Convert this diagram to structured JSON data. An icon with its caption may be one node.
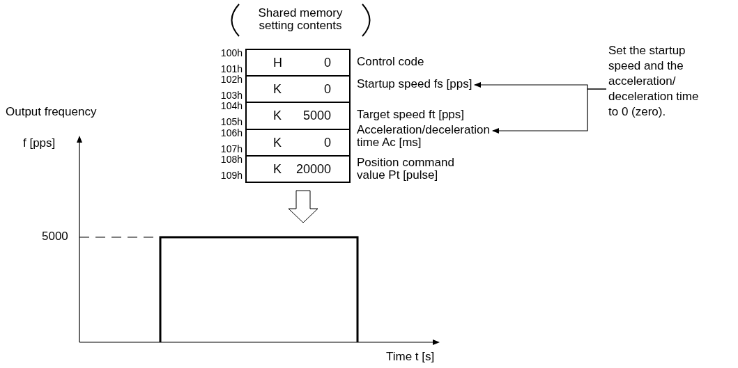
{
  "diagram": {
    "nodes": [
      {
        "text": [
          "H",
          "0"
        ],
        "beside": [
          "100h",
          "101h",
          "Control code"
        ]
      },
      {
        "text": [
          "K",
          "0"
        ],
        "beside": [
          "102h",
          "103h"
        ]
      },
      {
        "text": [
          "K",
          "5000"
        ],
        "beside": [
          "104h",
          "105h",
          "Target speed ft [pps]"
        ]
      },
      {
        "text": [
          "K",
          "0"
        ],
        "beside": [
          "106h",
          "107h"
        ]
      },
      {
        "text": [
          "K",
          "20000"
        ],
        "beside": [
          "108h",
          "109h",
          "Position command value Pt [pulse]"
        ]
      },
      {
        "text": [
          "Startup speed fs [pps]"
        ]
      },
      {
        "text": [
          "Acceleration/deceleration time Ac [ms]"
        ]
      },
      {
        "text": [
          "Set the startup speed and the acceleration/ deceleration time to 0 (zero)."
        ]
      }
    ],
    "edges": [
      {
        "from": 7,
        "to": 5,
        "arrow": "to"
      },
      {
        "from": 7,
        "to": 6,
        "arrow": "to"
      }
    ],
    "labels": [
      "Shared memory setting contents",
      "Output frequency",
      "f [pps]",
      "5000",
      "Time t [s]"
    ]
  }
}
